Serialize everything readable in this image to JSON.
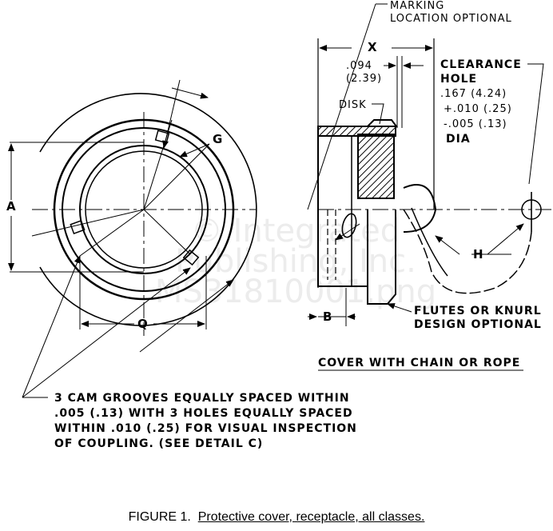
{
  "figure": {
    "caption_prefix": "FIGURE 1.",
    "caption_title": "Protective cover, receptacle, all classes."
  },
  "labels": {
    "marking": "MARKING",
    "marking_location": "LOCATION OPTIONAL",
    "x": "X",
    "dim_094": ".094",
    "dim_239": "(2.39)",
    "clearance": "CLEARANCE",
    "hole": "HOLE",
    "hole_dia": ".167 (4.24)",
    "hole_plus": "+.010 (.25)",
    "hole_minus": "-.005 (.13)",
    "dia": "DIA",
    "disk": "DISK",
    "a": "A",
    "g": "G",
    "q": "Q",
    "b": "B",
    "h": "H",
    "flutes_1": "FLUTES OR KNURL",
    "flutes_2": "DESIGN OPTIONAL",
    "cover_chain": "COVER WITH CHAIN OR ROPE"
  },
  "notes": [
    "3 CAM GROOVES EQUALLY SPACED WITHIN",
    ".005 (.13) WITH 3 HOLES EQUALLY SPACED",
    "WITHIN .010 (.25) FOR VISUAL INSPECTION",
    "OF COUPLING. (SEE DETAIL C)"
  ],
  "watermark": [
    "© Integrated",
    "Publishing, Inc.",
    "MS31810001.png"
  ]
}
